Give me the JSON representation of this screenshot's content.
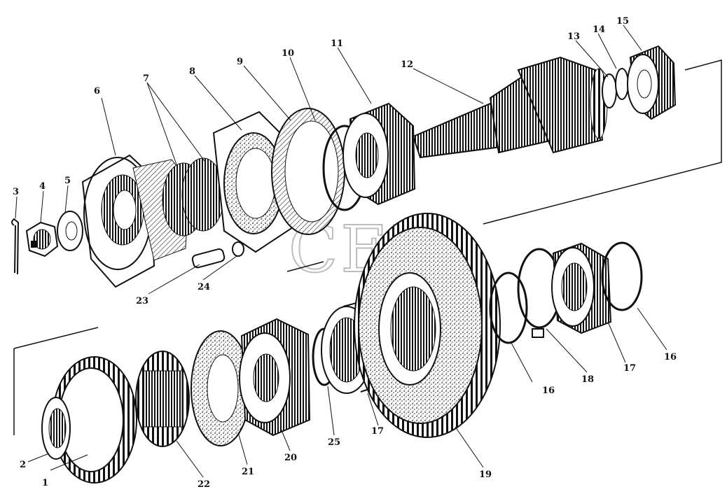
{
  "diagram": {
    "watermark": "СЕМ",
    "callouts": [
      {
        "id": "c1",
        "text": "1"
      },
      {
        "id": "c2",
        "text": "2"
      },
      {
        "id": "c3",
        "text": "3"
      },
      {
        "id": "c4",
        "text": "4"
      },
      {
        "id": "c5",
        "text": "5"
      },
      {
        "id": "c6",
        "text": "6"
      },
      {
        "id": "c7",
        "text": "7"
      },
      {
        "id": "c8",
        "text": "8"
      },
      {
        "id": "c9",
        "text": "9"
      },
      {
        "id": "c10",
        "text": "10"
      },
      {
        "id": "c11",
        "text": "11"
      },
      {
        "id": "c12",
        "text": "12"
      },
      {
        "id": "c13",
        "text": "13"
      },
      {
        "id": "c14",
        "text": "14"
      },
      {
        "id": "c15",
        "text": "15"
      },
      {
        "id": "c16a",
        "text": "16"
      },
      {
        "id": "c16b",
        "text": "16"
      },
      {
        "id": "c17a",
        "text": "17"
      },
      {
        "id": "c17b",
        "text": "17"
      },
      {
        "id": "c18",
        "text": "18"
      },
      {
        "id": "c19",
        "text": "19"
      },
      {
        "id": "c20",
        "text": "20"
      },
      {
        "id": "c21",
        "text": "21"
      },
      {
        "id": "c22",
        "text": "22"
      },
      {
        "id": "c23",
        "text": "23"
      },
      {
        "id": "c24",
        "text": "24"
      },
      {
        "id": "c25",
        "text": "25"
      }
    ]
  }
}
